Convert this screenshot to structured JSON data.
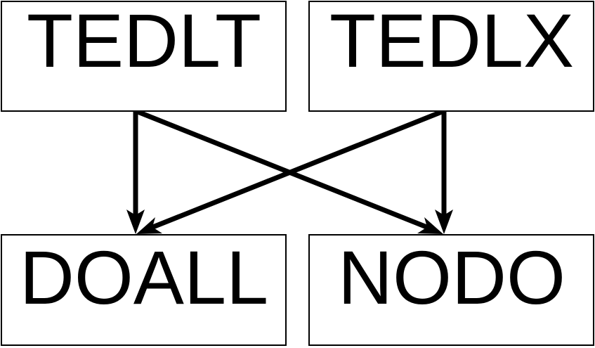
{
  "diagram": {
    "type": "directed-graph",
    "title": "",
    "background_color": "#ffffff",
    "line_color": "#000000",
    "box_fill": "#ffffff",
    "box_stroke": "#000000",
    "nodes": [
      {
        "id": "tedlt",
        "label": "TEDLT",
        "position": "top-left"
      },
      {
        "id": "tedlx",
        "label": "TEDLX",
        "position": "top-right"
      },
      {
        "id": "doall",
        "label": "DOALL",
        "position": "bottom-left"
      },
      {
        "id": "nodo",
        "label": "NODO",
        "position": "bottom-right"
      }
    ],
    "edges": [
      {
        "from": "tedlt",
        "to": "doall",
        "style": "arrow"
      },
      {
        "from": "tedlt",
        "to": "nodo",
        "style": "arrow"
      },
      {
        "from": "tedlx",
        "to": "doall",
        "style": "arrow"
      },
      {
        "from": "tedlx",
        "to": "nodo",
        "style": "arrow"
      }
    ]
  }
}
